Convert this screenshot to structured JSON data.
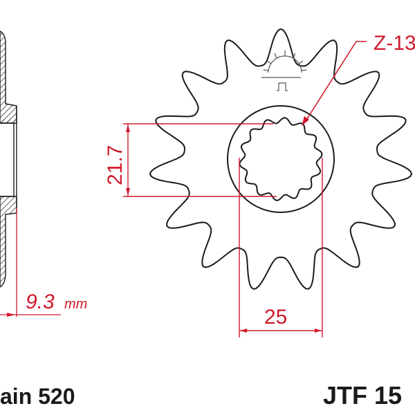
{
  "drawing": {
    "teeth_label": "Z-13",
    "inner_diameter_label": "21.7",
    "spline_width_label": "25",
    "thickness_value": "9.3",
    "thickness_unit": "mm",
    "chain_label": "ain 520",
    "part_number": "JTF 15"
  },
  "colors": {
    "dimension": "#d0192b",
    "outline": "#1a1a1a",
    "background": "#ffffff"
  },
  "icons": {
    "logo": "sunrise-logo-icon"
  }
}
